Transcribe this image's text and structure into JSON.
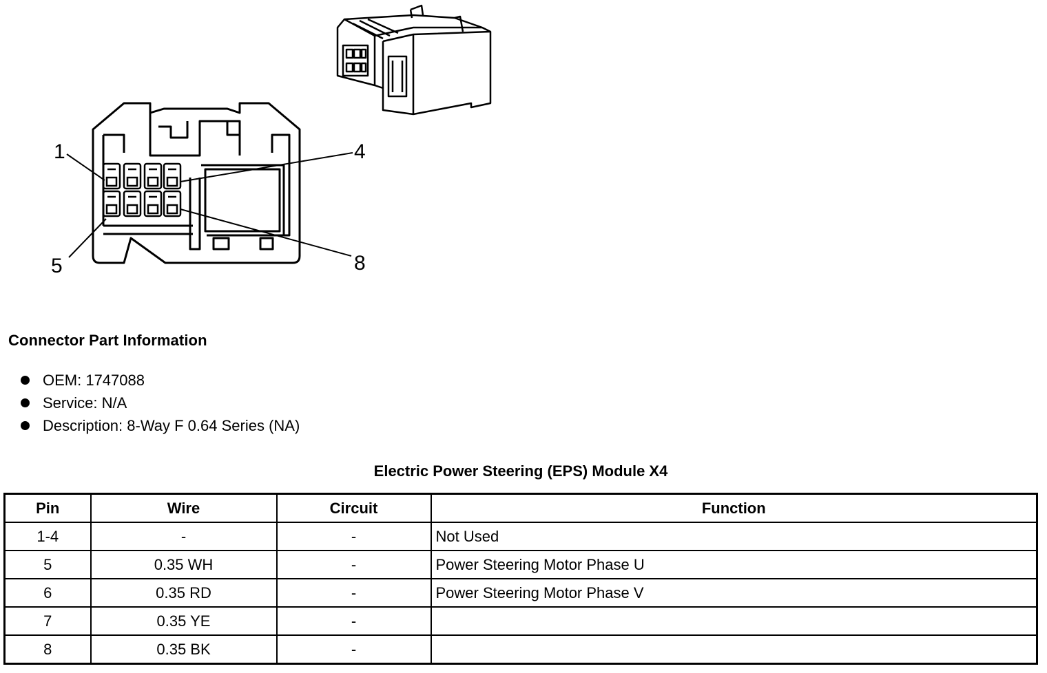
{
  "diagram": {
    "pin_labels": [
      "1",
      "4",
      "5",
      "8"
    ]
  },
  "connector_info": {
    "heading": "Connector Part Information",
    "items": [
      "OEM: 1747088",
      "Service: N/A",
      "Description: 8-Way F 0.64 Series (NA)"
    ]
  },
  "table": {
    "title": "Electric Power Steering (EPS) Module X4",
    "headers": [
      "Pin",
      "Wire",
      "Circuit",
      "Function"
    ],
    "rows": [
      [
        "1-4",
        "-",
        "-",
        "Not Used"
      ],
      [
        "5",
        "0.35 WH",
        "-",
        "Power Steering Motor Phase U"
      ],
      [
        "6",
        "0.35 RD",
        "-",
        "Power Steering Motor Phase V"
      ],
      [
        "7",
        "0.35 YE",
        "-",
        ""
      ],
      [
        "8",
        "0.35 BK",
        "-",
        ""
      ]
    ]
  }
}
